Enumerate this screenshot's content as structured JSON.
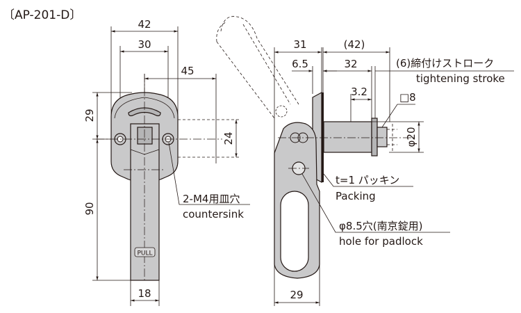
{
  "title": "〔AP-201-D〕",
  "front_view": {
    "dim_width_total": "42",
    "dim_hole_pitch": "30",
    "dim_offset": "45",
    "dim_top": "29",
    "dim_length": "90",
    "dim_handle_width": "18",
    "dim_height_24": "24",
    "pull_badge": "PULL",
    "countersink_label_jp": "2-M4用皿穴",
    "countersink_label_en": "countersink"
  },
  "side_view": {
    "dim_31": "31",
    "dim_42": "(42)",
    "dim_6_5": "6.5",
    "dim_32": "32",
    "dim_3_2": "3.2",
    "dim_square_8": "□8",
    "dim_dia_20": "φ20",
    "dim_29": "29",
    "stroke_label_jp": "(6)締付けストローク",
    "stroke_label_en": "tightening stroke",
    "packing_label_jp": "t=1 パッキン",
    "packing_label_en": "Packing",
    "padlock_label_jp": "φ8.5穴(南京錠用)",
    "padlock_label_en": "hole for padlock"
  }
}
